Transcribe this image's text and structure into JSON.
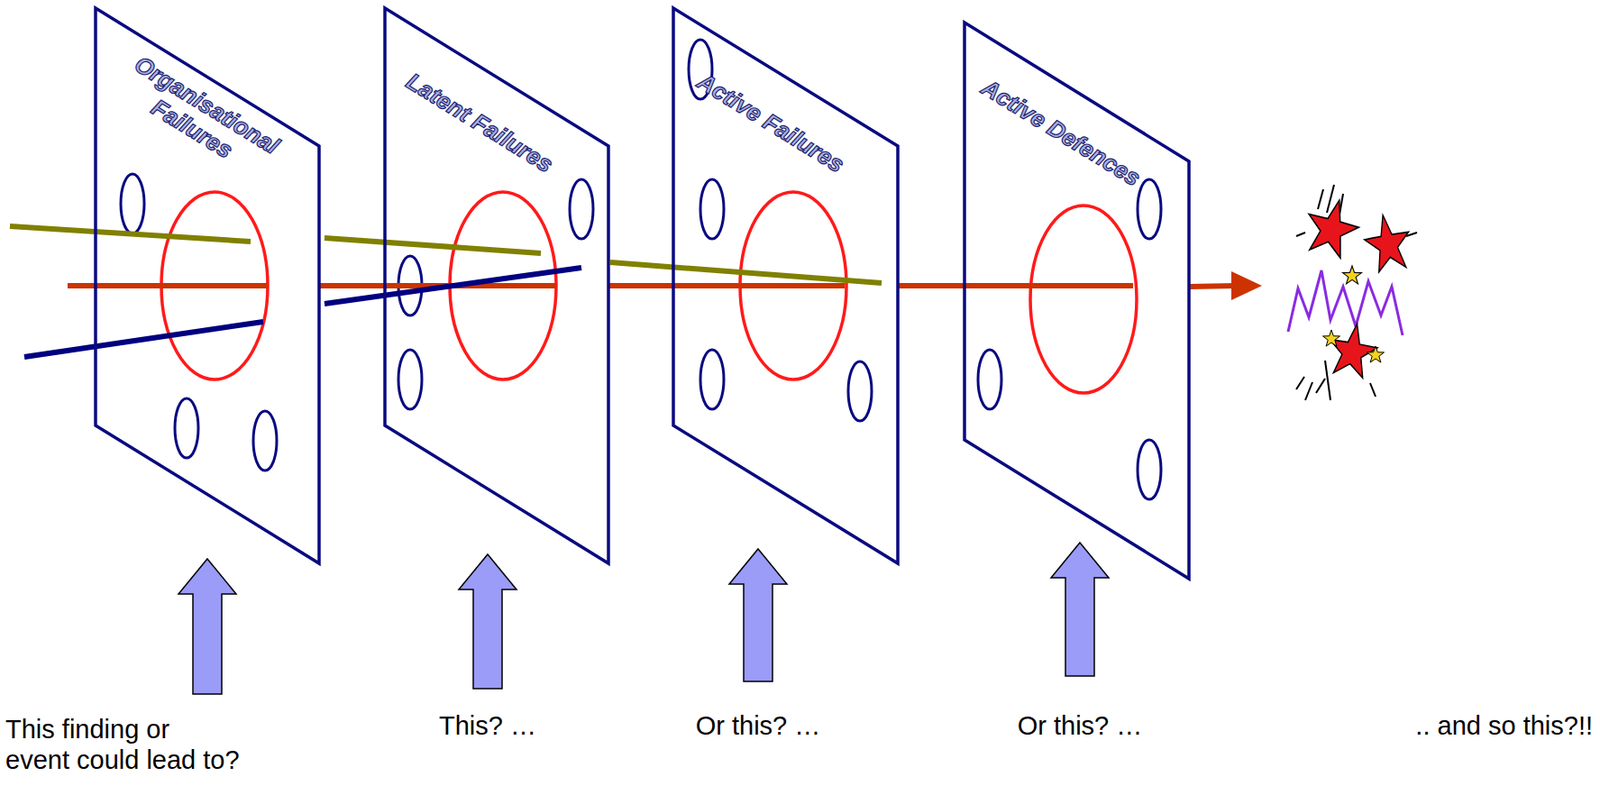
{
  "diagram": {
    "nodes": [
      {
        "text": [
          "Organisational Failures"
        ]
      },
      {
        "text": [
          "Latent Failures"
        ]
      },
      {
        "text": [
          "Active Failures"
        ]
      },
      {
        "text": [
          "Active Defences"
        ]
      }
    ],
    "labels": [
      "This finding or event could lead to?",
      "This? …",
      "Or this? …",
      "Or this? …",
      ".. and so this?!!"
    ]
  }
}
